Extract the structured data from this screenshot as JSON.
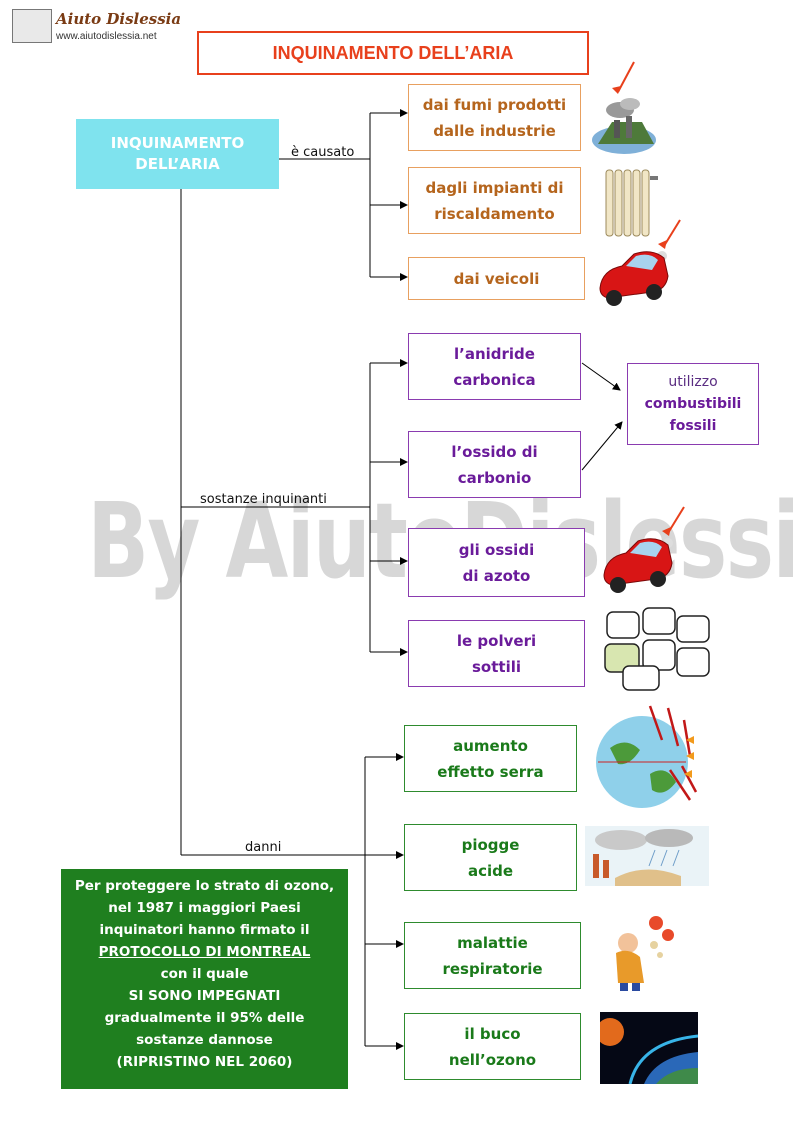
{
  "header": {
    "logo_title": "Aiuto Dislessia",
    "logo_url": "www.aiutodislessia.net",
    "page_title": "INQUINAMENTO DELL’ARIA"
  },
  "root": {
    "label": "INQUINAMENTO\nDELL’ARIA"
  },
  "edges": {
    "cause": "è causato",
    "pollutants": "sostanze inquinanti",
    "damage": "danni"
  },
  "causes": [
    {
      "label": "dai fumi prodotti\ndalle industrie",
      "icon": "factory-smoke-icon"
    },
    {
      "label": "dagli impianti di\nriscaldamento",
      "icon": "radiator-icon"
    },
    {
      "label": "dai veicoli",
      "icon": "red-car-exhaust-icon"
    }
  ],
  "pollutants": [
    {
      "label": "l’anidride\ncarbonica"
    },
    {
      "label": "l’ossido di\ncarbonio"
    },
    {
      "label": "gli ossidi\ndi  azoto",
      "icon": "red-car-exhaust-icon"
    },
    {
      "label": "le polveri\nsottili",
      "icon": "traffic-jam-icon"
    }
  ],
  "fuel_box": {
    "line1": "utilizzo",
    "line2": "combustibili",
    "line3": "fossili"
  },
  "damages": [
    {
      "label": "aumento\neffetto serra",
      "icon": "earth-greenhouse-icon"
    },
    {
      "label": "piogge\nacide",
      "icon": "acid-rain-icon"
    },
    {
      "label": "malattie\nrespiratorie",
      "icon": "coughing-person-icon"
    },
    {
      "label": "il buco\nnell’ozono",
      "icon": "ozone-hole-icon"
    }
  ],
  "protocol": {
    "line1": "Per proteggere lo strato di ozono,",
    "line2": "nel 1987 i maggiori Paesi",
    "line3": "inquinatori hanno firmato il",
    "line4": "PROTOCOLLO DI MONTREAL",
    "line5": "con il quale",
    "line6": "SI SONO IMPEGNATI",
    "line7": "gradualmente il 95% delle",
    "line8": "sostanze dannose",
    "line9": "(RIPRISTINO NEL 2060)"
  },
  "watermark": "By AiutoDislessia.net",
  "colors": {
    "title_red": "#e8401c",
    "root_cyan": "#7fe3ee",
    "cause_orange": "#b5651d",
    "pollutant_purple": "#6a1b9a",
    "damage_green": "#1a7a1a",
    "protocol_green": "#1f7f1f"
  }
}
